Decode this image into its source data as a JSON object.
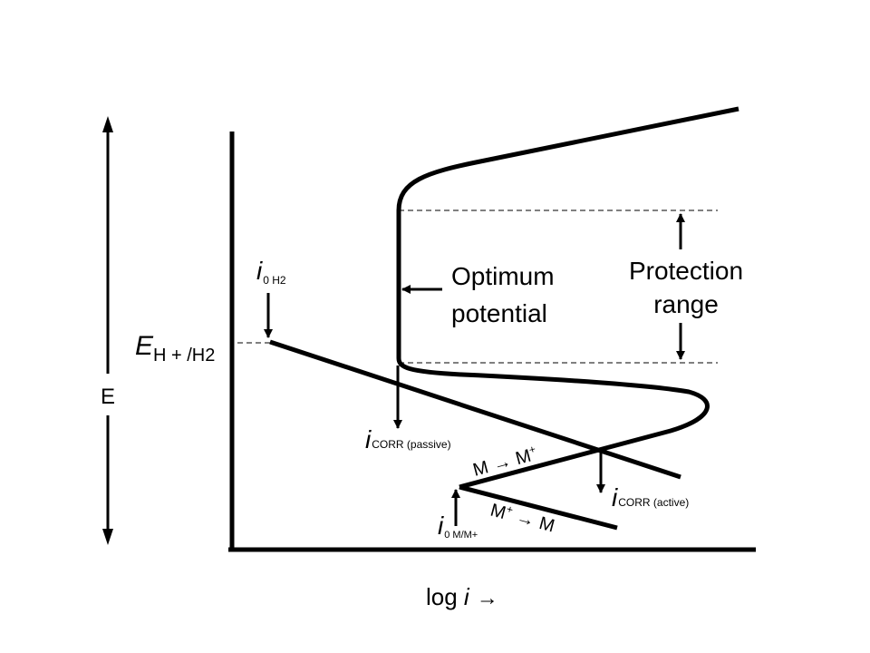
{
  "axes": {
    "y_label": "E",
    "x_label_prefix": "log ",
    "x_label_var": "i",
    "x_label_arrow": "→"
  },
  "labels": {
    "i0_h2": {
      "i": "i",
      "sub": "0 H2"
    },
    "e_ref": {
      "e": "E",
      "sub": "H + /H2"
    },
    "optimum": {
      "line1": "Optimum",
      "line2": "potential"
    },
    "protection": {
      "line1": "Protection",
      "line2": "range"
    },
    "icorr_passive": {
      "i": "i",
      "sub": "CORR (passive)"
    },
    "icorr_active": {
      "i": "i",
      "sub": "CORR (active)"
    },
    "i0_mm": {
      "i": "i",
      "sub": "0 M/M+"
    },
    "ox_reaction": {
      "left": "M",
      "arrow": "→",
      "right": "M",
      "sup": "+"
    },
    "red_reaction": {
      "left": "M",
      "sup": "+",
      "arrow": "→",
      "right": "M"
    }
  },
  "colors": {
    "line": "#000000",
    "background": "#ffffff"
  }
}
